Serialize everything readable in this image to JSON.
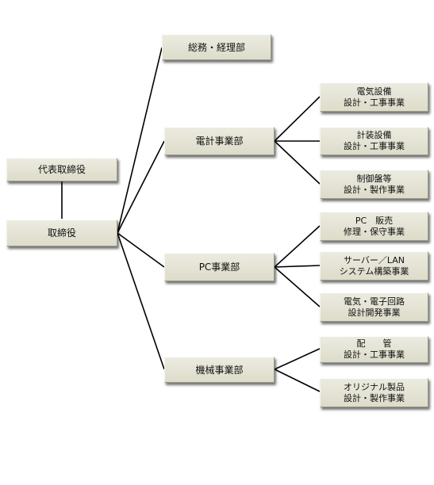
{
  "org": {
    "ceo": "代表取締役",
    "directors": "取締役",
    "departments": [
      {
        "name": "総務・経理部",
        "businesses": []
      },
      {
        "name": "電計事業部",
        "businesses": [
          {
            "line1": "電気設備",
            "line2": "設計・工事事業"
          },
          {
            "line1": "計装設備",
            "line2": "設計・工事事業"
          },
          {
            "line1": "制御盤等",
            "line2": "設計・製作事業"
          }
        ]
      },
      {
        "name": "PC事業部",
        "businesses": [
          {
            "line1": "PC　販売",
            "line2": "修理・保守事業"
          },
          {
            "line1": "サーバー／LAN",
            "line2": "システム構築事業"
          },
          {
            "line1": "電気・電子回路",
            "line2": "設計開発事業"
          }
        ]
      },
      {
        "name": "機械事業部",
        "businesses": [
          {
            "line1": "配　　管",
            "line2": "設計・工事事業"
          },
          {
            "line1": "オリジナル製品",
            "line2": "設計・製作事業"
          }
        ]
      }
    ]
  }
}
